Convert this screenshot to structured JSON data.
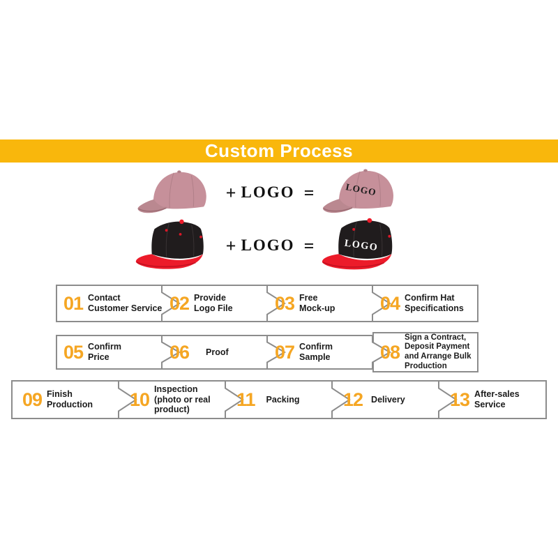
{
  "banner": {
    "title": "Custom Process"
  },
  "equation": {
    "plus": "+",
    "equals": "=",
    "logo_label": "LOGO"
  },
  "hats": {
    "cap_logo_text": "LOGO",
    "pink_cap_name": "pink dad cap",
    "black_cap_name": "black and red snapback cap"
  },
  "process": {
    "rows": [
      {
        "steps": [
          {
            "num": "01",
            "label": "Contact\nCustomer Service"
          },
          {
            "num": "02",
            "label": "Provide\nLogo File"
          },
          {
            "num": "03",
            "label": "Free\nMock-up"
          },
          {
            "num": "04",
            "label": "Confirm Hat\nSpecifications"
          }
        ]
      },
      {
        "steps": [
          {
            "num": "05",
            "label": "Confirm\nPrice"
          },
          {
            "num": "06",
            "label": "Proof"
          },
          {
            "num": "07",
            "label": "Confirm\nSample"
          },
          {
            "num": "08",
            "label": "Sign a Contract,\nDeposit Payment\nand Arrange Bulk\nProduction"
          }
        ]
      },
      {
        "steps": [
          {
            "num": "09",
            "label": "Finish\nProduction"
          },
          {
            "num": "10",
            "label": "Inspection\n(photo or real\nproduct)"
          },
          {
            "num": "11",
            "label": "Packing"
          },
          {
            "num": "12",
            "label": "Delivery"
          },
          {
            "num": "13",
            "label": "After-sales\nService"
          }
        ]
      }
    ]
  },
  "colors": {
    "gold": "#F9B70C",
    "amber": "#F5A623",
    "line": "#8C8C8C",
    "ink": "#1b1b1b",
    "pink": "#C6909A",
    "black": "#201C1D",
    "red": "#EC1B2A"
  }
}
